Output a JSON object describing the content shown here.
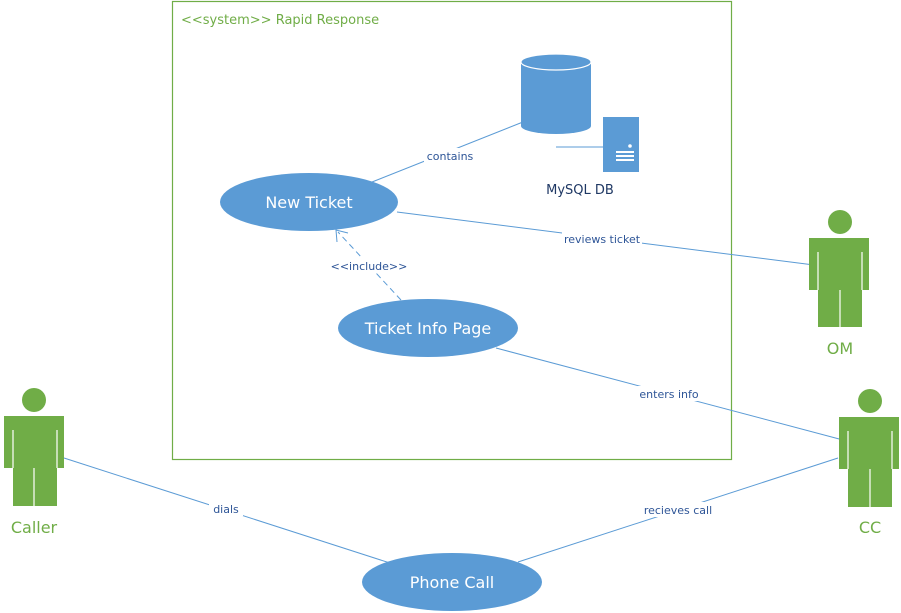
{
  "system": {
    "title": "<<system>> Rapid Response"
  },
  "use_cases": {
    "new_ticket": "New Ticket",
    "ticket_info_page": "Ticket Info Page",
    "phone_call": "Phone Call"
  },
  "database": {
    "label": "MySQL DB",
    "icon": "database-server-icon"
  },
  "actors": {
    "om": "OM",
    "cc": "CC",
    "caller": "Caller"
  },
  "relations": {
    "contains": "contains",
    "reviews_ticket": "reviews ticket",
    "include": "<<include>>",
    "enters_info": "enters info",
    "dials": "dials",
    "recieves_call": "recieves call"
  },
  "colors": {
    "system_border": "#70ad47",
    "use_case_fill": "#5b9bd5",
    "actor_fill": "#70ad47",
    "association_line": "#5b9bd5",
    "label_text": "#2e5597"
  }
}
